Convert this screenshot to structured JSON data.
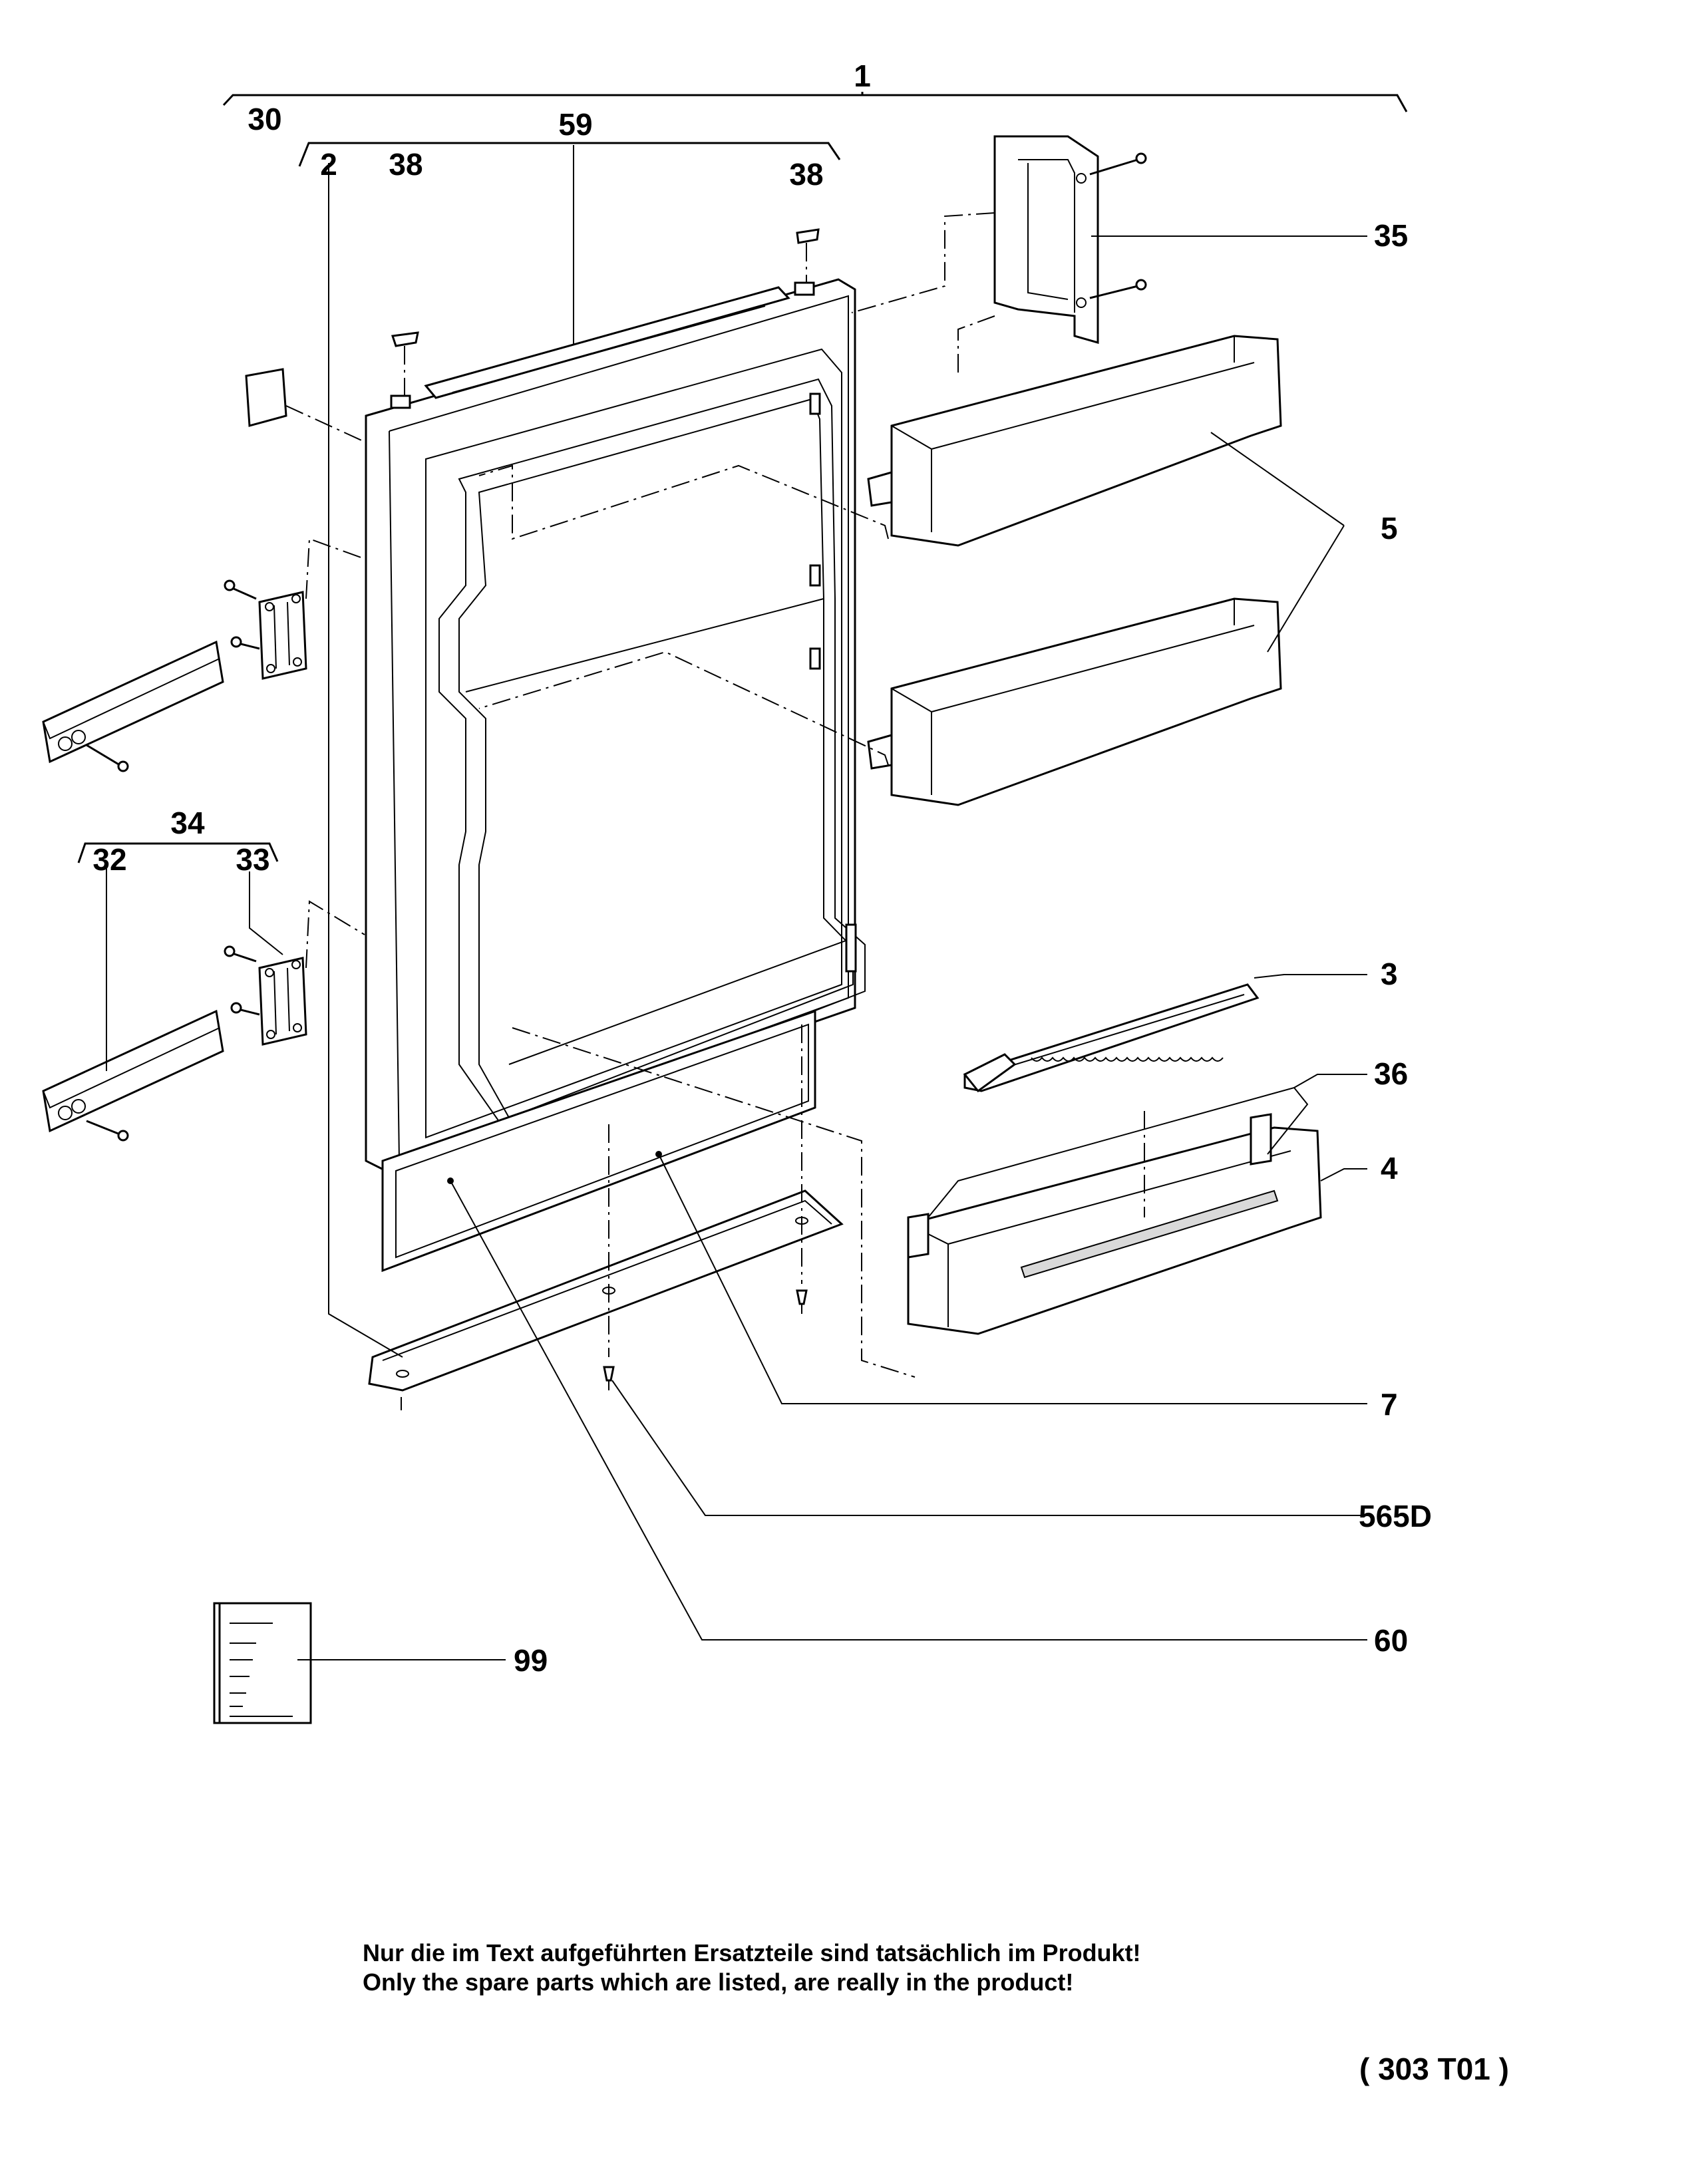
{
  "callouts": {
    "c1": "1",
    "c2": "2",
    "c3": "3",
    "c4": "4",
    "c5": "5",
    "c7": "7",
    "c30": "30",
    "c32": "32",
    "c33": "33",
    "c34": "34",
    "c35": "35",
    "c36": "36",
    "c38a": "38",
    "c38b": "38",
    "c59": "59",
    "c60": "60",
    "c99": "99",
    "c565d": "565D"
  },
  "notice": {
    "line_de": "Nur die im Text aufgeführten Ersatzteile sind tatsächlich im Produkt!",
    "line_en": "Only the spare parts which are listed, are really in the product!"
  },
  "drawing_reference": "( 303  T01 )"
}
